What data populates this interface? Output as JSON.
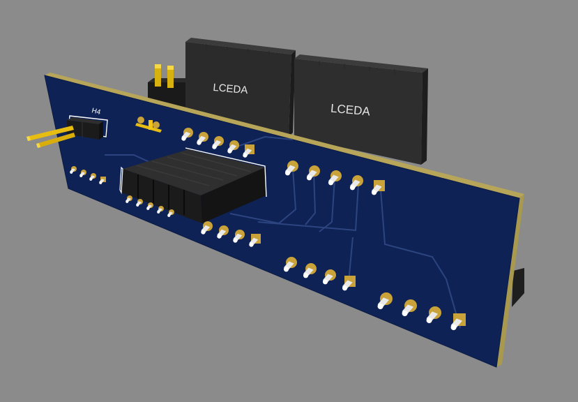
{
  "scene": {
    "background_color": "#8b8b8b",
    "board_color": "#0e2255",
    "board_edge_color": "#b7a65a",
    "pad_color": "#c9a23a",
    "pin_color": "#e9e9e9",
    "header_color": "#222222",
    "gold_pin_color": "#f0c419",
    "trace_color": "#2c4580"
  },
  "labels": {
    "designator_h4": "H4",
    "module_left_text": "LCEDA",
    "module_right_text": "LCEDA"
  }
}
